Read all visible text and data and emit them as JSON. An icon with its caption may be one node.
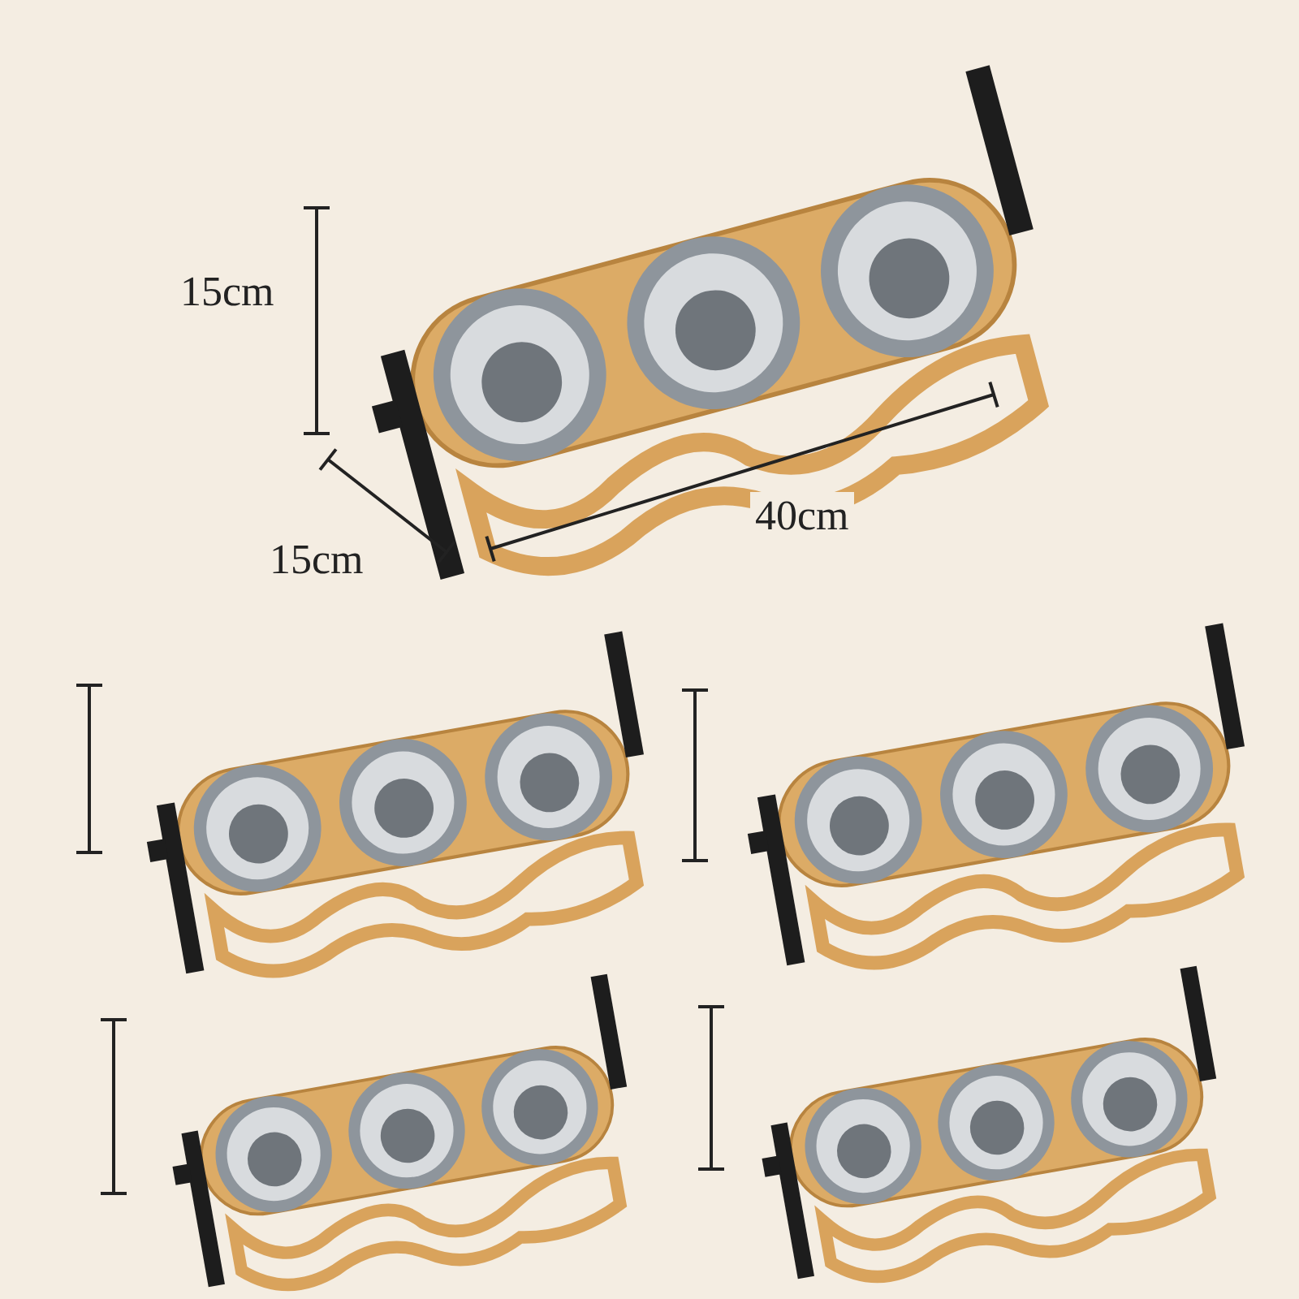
{
  "diagram": {
    "labels": [
      "15cm",
      "15cm",
      "40cm"
    ]
  }
}
